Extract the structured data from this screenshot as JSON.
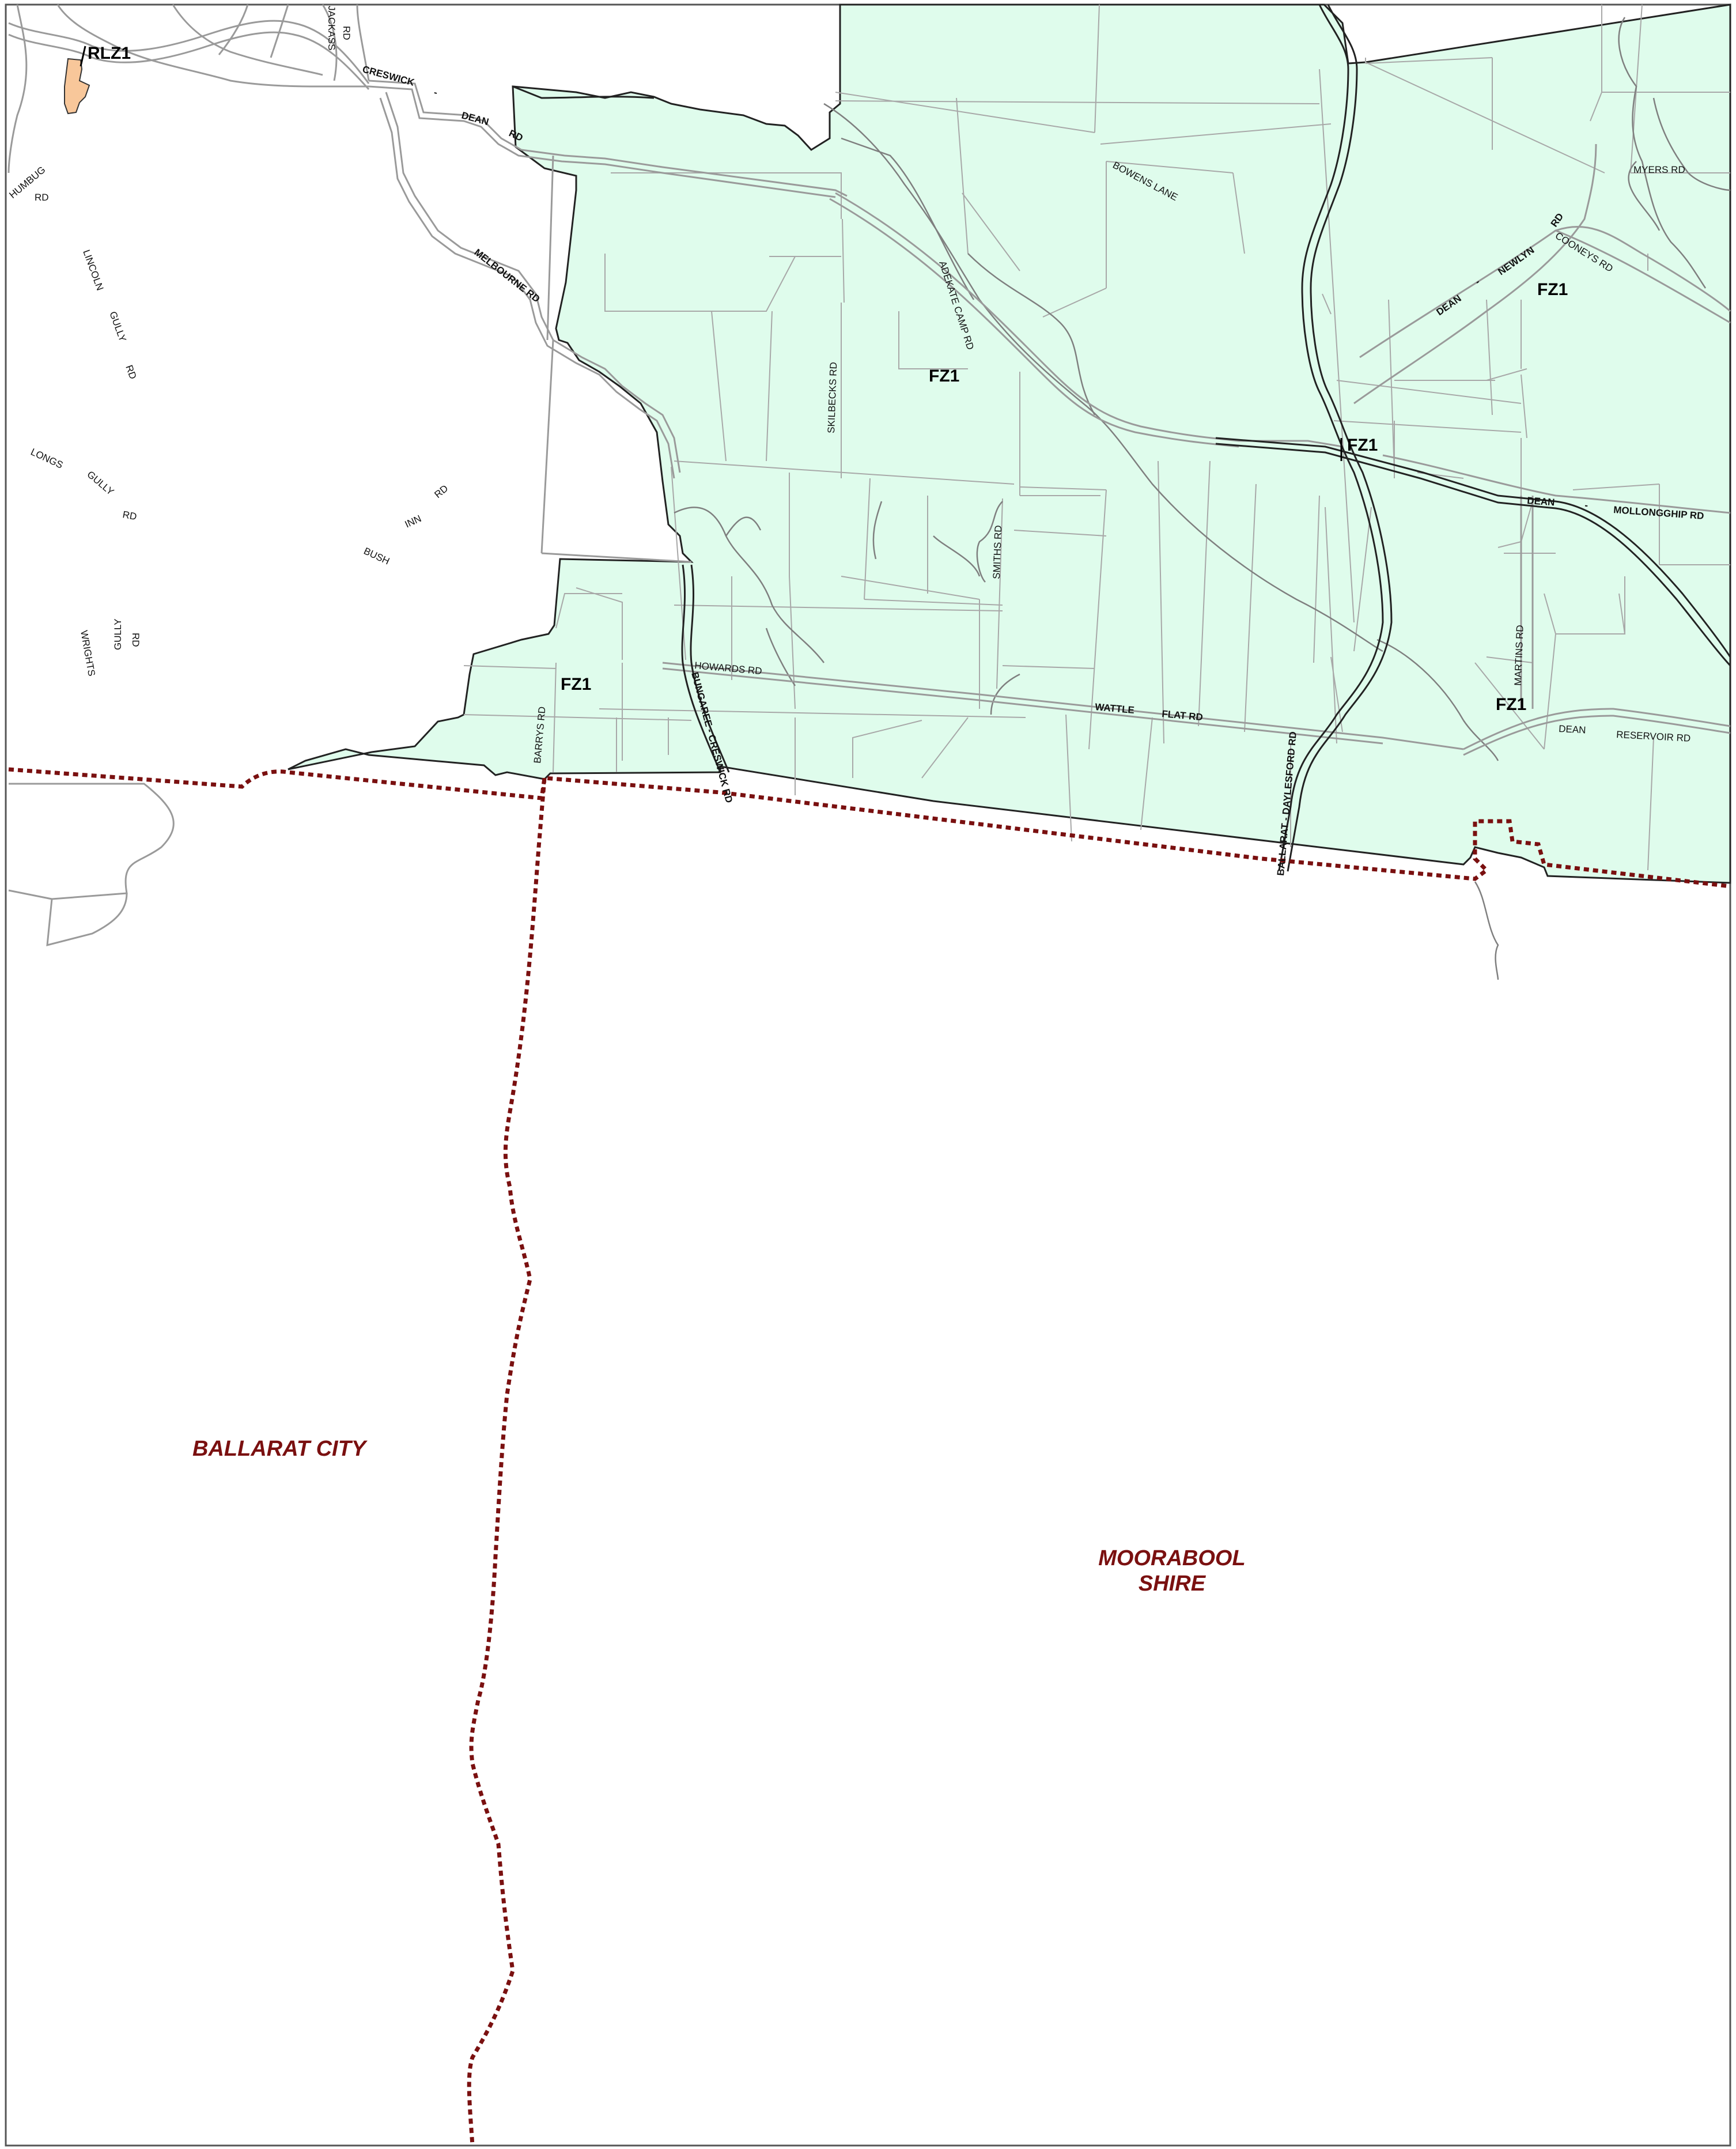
{
  "colors": {
    "farming_zone_fill": "#dffcec",
    "rural_living_zone_fill": "#f8c79a",
    "municipal_boundary": "#7a1010",
    "road_casing": "#9a9a9a",
    "parcel_line": "#a8a8a8",
    "zone_boundary": "#222222",
    "municipality_text": "#7a1010"
  },
  "zones": {
    "fz1_a": "FZ1",
    "fz1_b": "FZ1",
    "fz1_c": "FZ1",
    "fz1_d": "FZ1",
    "fz1_e": "FZ1",
    "rlz1": "RLZ1"
  },
  "municipalities": {
    "ballarat": "BALLARAT CITY",
    "moorabool_line1": "MOORABOOL",
    "moorabool_line2": "SHIRE"
  },
  "roads": {
    "jackass_1": "JACKASS",
    "jackass_2": "RD",
    "humbug_1": "HUMBUG",
    "humbug_2": "RD",
    "creswick": "CRESWICK",
    "dash": "-",
    "dean": "DEAN",
    "rd": "RD",
    "melbourne_rd": "MELBOURNE RD",
    "lincoln": "LINCOLN",
    "gully": "GULLY",
    "longs": "LONGS",
    "bush": "BUSH",
    "inn": "INN",
    "wrights": "WRIGHTS",
    "bowens_lane": "BOWENS LANE",
    "myers_rd": "MYERS RD",
    "cooneys_rd": "COONEYS RD",
    "newlyn": "NEWLYN",
    "adekate_camp_rd": "ADEKATE CAMP RD",
    "skilbecks_rd": "SKILBECKS RD",
    "mollongghip_rd": "MOLLONGGHIP RD",
    "smiths_rd": "SMITHS RD",
    "howards_rd": "HOWARDS RD",
    "bungaree_creswick_rd": "BUNGAREE - CRESWICK RD",
    "wattle": "WATTLE",
    "flat_rd": "FLAT RD",
    "ballarat_daylesford_rd": "BALLARAT - DAYLESFORD RD",
    "martins_rd": "MARTINS RD",
    "reservoir_rd": "RESERVOIR RD",
    "barrys_rd": "BARRYS RD"
  }
}
